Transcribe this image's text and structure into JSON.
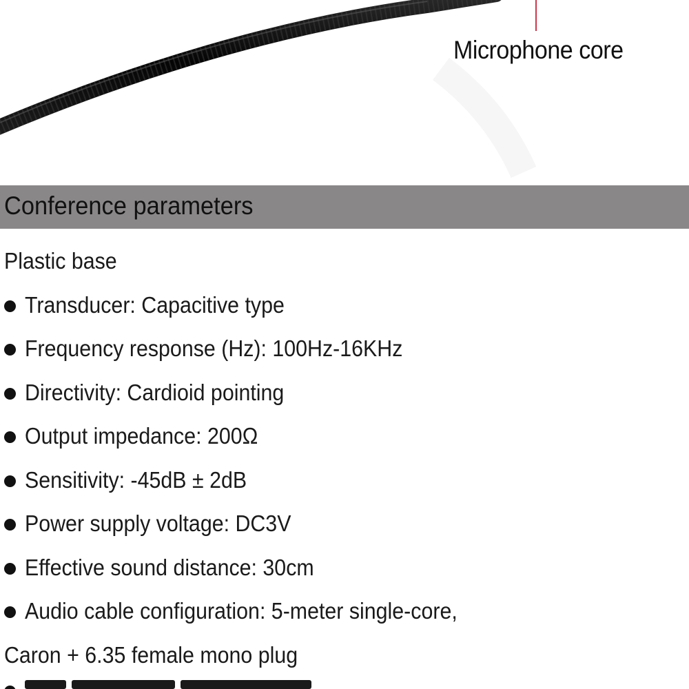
{
  "hero": {
    "callout_label": "Microphone core"
  },
  "section": {
    "title": "Conference parameters"
  },
  "specs": {
    "base": "Plastic base",
    "items": [
      "Transducer: Capacitive type",
      "Frequency response (Hz): 100Hz-16KHz",
      "Directivity: Cardioid pointing",
      "Output impedance: 200Ω",
      "Sensitivity: -45dB ± 2dB",
      "Power supply voltage: DC3V",
      "Effective sound distance: 30cm",
      "Audio cable configuration: 5-meter single-core,"
    ],
    "continuation": "Caron + 6.35 female mono plug"
  },
  "colors": {
    "header_bg": "#8a8788",
    "callout_line": "#d0344a",
    "text": "#1a1a1a"
  },
  "icons": {
    "bullet": "bullet-dot-icon"
  }
}
